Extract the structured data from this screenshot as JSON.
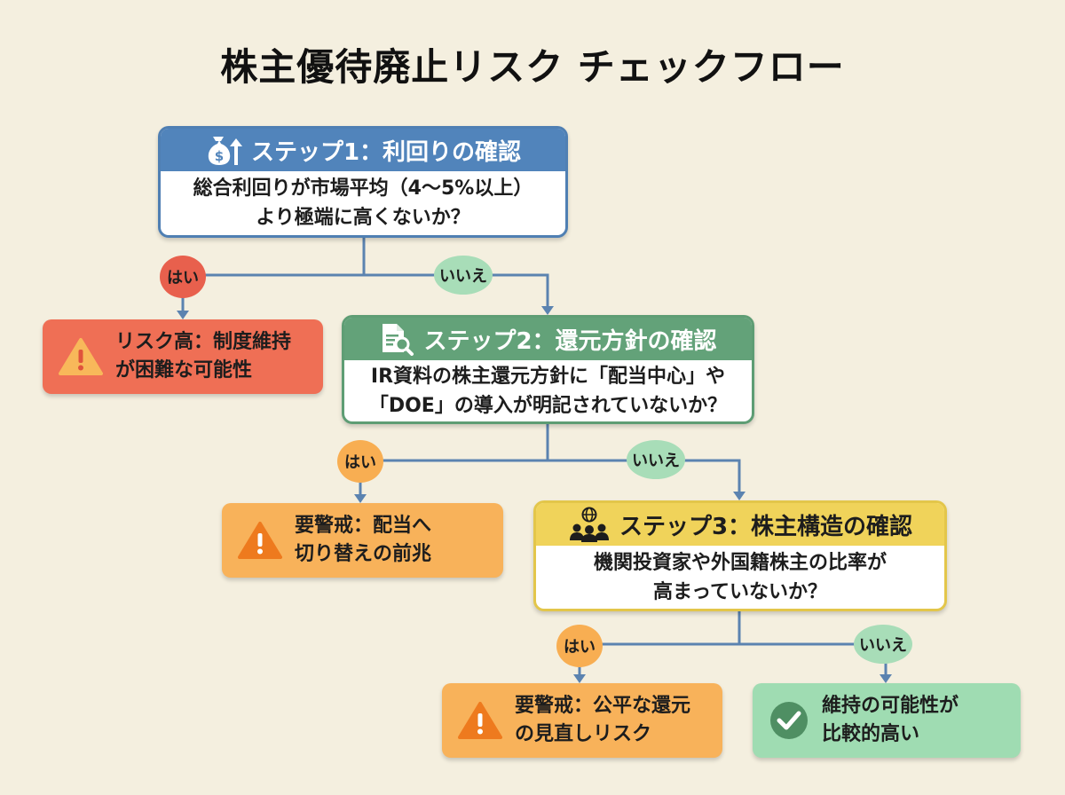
{
  "title": "株主優待廃止リスク チェックフロー",
  "steps": [
    {
      "header": "ステップ1：利回りの確認",
      "icon": "money-bag-up-arrow-icon",
      "question_lines": [
        "総合利回りが市場平均（4～5%以上）",
        "より極端に高くないか？"
      ],
      "color": "#5184bb"
    },
    {
      "header": "ステップ2：還元方針の確認",
      "icon": "document-search-icon",
      "question_lines": [
        "IR資料の株主還元方針に「配当中心」や",
        "「DOE」の導入が明記されていないか？"
      ],
      "color": "#63a279"
    },
    {
      "header": "ステップ3：株主構造の確認",
      "icon": "globe-people-icon",
      "question_lines": [
        "機関投資家や外国籍株主の比率が",
        "高まっていないか？"
      ],
      "color": "#f0d35a"
    }
  ],
  "answers": {
    "yes": "はい",
    "no": "いいえ"
  },
  "results": [
    {
      "icon": "warning-icon",
      "lines": [
        "リスク高：制度維持",
        "が困難な可能性"
      ],
      "color": "#ef6f55"
    },
    {
      "icon": "warning-icon",
      "lines": [
        "要警戒：配当へ",
        "切り替えの前兆"
      ],
      "color": "#f8b25a"
    },
    {
      "icon": "warning-icon",
      "lines": [
        "要警戒：公平な還元",
        "の見直しリスク"
      ],
      "color": "#f8b25a"
    },
    {
      "icon": "check-circle-icon",
      "lines": [
        "維持の可能性が",
        "比較的高い"
      ],
      "color": "#9fdcb2"
    }
  ]
}
